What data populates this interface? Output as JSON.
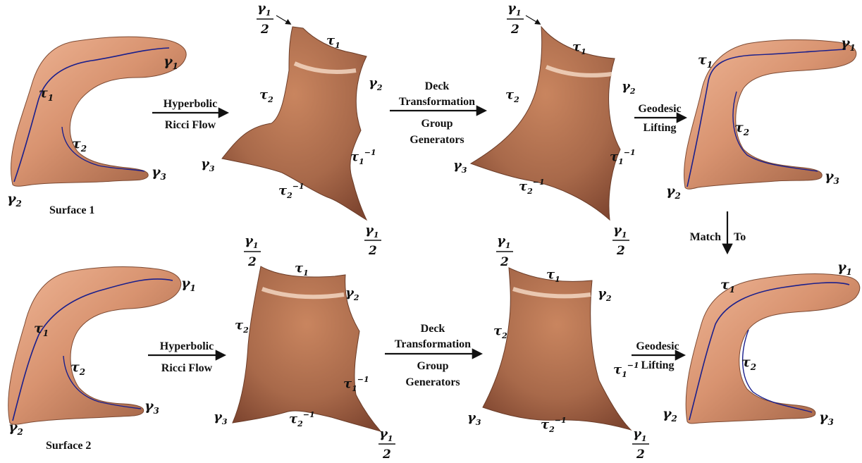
{
  "colors": {
    "surface_light": "#e9a886",
    "surface_mid": "#c98363",
    "surface_dark": "#8e5338",
    "domain_light": "#d7936d",
    "domain_dark": "#8a4f36",
    "curve": "#1a1f8c",
    "text": "#111111"
  },
  "labels": {
    "gamma1": "γ",
    "gamma2": "γ",
    "gamma3": "γ",
    "tau1": "τ",
    "tau2": "τ",
    "sub1": "1",
    "sub2": "2",
    "sup_inv": "−1",
    "half_den": "2"
  },
  "captions": {
    "surface1": "Surface 1",
    "surface2": "Surface 2"
  },
  "arrows": {
    "hyperbolic_line1": "Hyperbolic",
    "hyperbolic_line2": "Ricci Flow",
    "deck_line1": "Deck",
    "deck_line2": "Transformation",
    "deck_line3": "Group",
    "deck_line4": "Generators",
    "geodesic_line1": "Geodesic",
    "geodesic_line2": "Lifting",
    "match_left": "Match",
    "match_right": "To"
  },
  "icons": {
    "flow_arrow": "right-arrow",
    "match_arrow": "down-arrow"
  }
}
